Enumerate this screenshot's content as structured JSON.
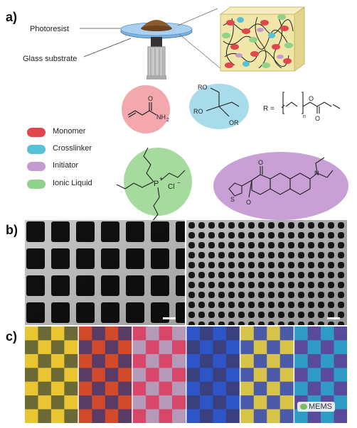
{
  "figure": {
    "panel_a": {
      "letter": "a)",
      "callouts": {
        "photoresist": "Photoresist",
        "substrate": "Glass substrate"
      },
      "legend": [
        {
          "label": "Monomer",
          "color": "#e0474c"
        },
        {
          "label": "Crosslinker",
          "color": "#57c2d6"
        },
        {
          "label": "Initiator",
          "color": "#c49ad0"
        },
        {
          "label": "Ionic Liquid",
          "color": "#8fd28a"
        }
      ],
      "chem": {
        "r_label": "R = ",
        "n_sub": "n",
        "nh2": "NH",
        "nh2_sub": "2",
        "ro": "RO",
        "or": "OR",
        "p_plus": "P",
        "plus": "+",
        "cl": "Cl",
        "minus": "−",
        "s": "S",
        "o": "O",
        "n": "N"
      }
    },
    "panel_b": {
      "letter": "b)"
    },
    "panel_c": {
      "letter": "c)",
      "watermark": "MEMS",
      "tiles": [
        {
          "c1": "#e9c531",
          "c2": "#6b6a36"
        },
        {
          "c1": "#d24a2a",
          "c2": "#5a3b66"
        },
        {
          "c1": "#d8476a",
          "c2": "#b49ab8"
        },
        {
          "c1": "#2d55c8",
          "c2": "#3a3f7e"
        },
        {
          "c1": "#d9c44a",
          "c2": "#4b5aa8"
        },
        {
          "c1": "#2f9cc8",
          "c2": "#5a4a9c"
        }
      ]
    }
  }
}
